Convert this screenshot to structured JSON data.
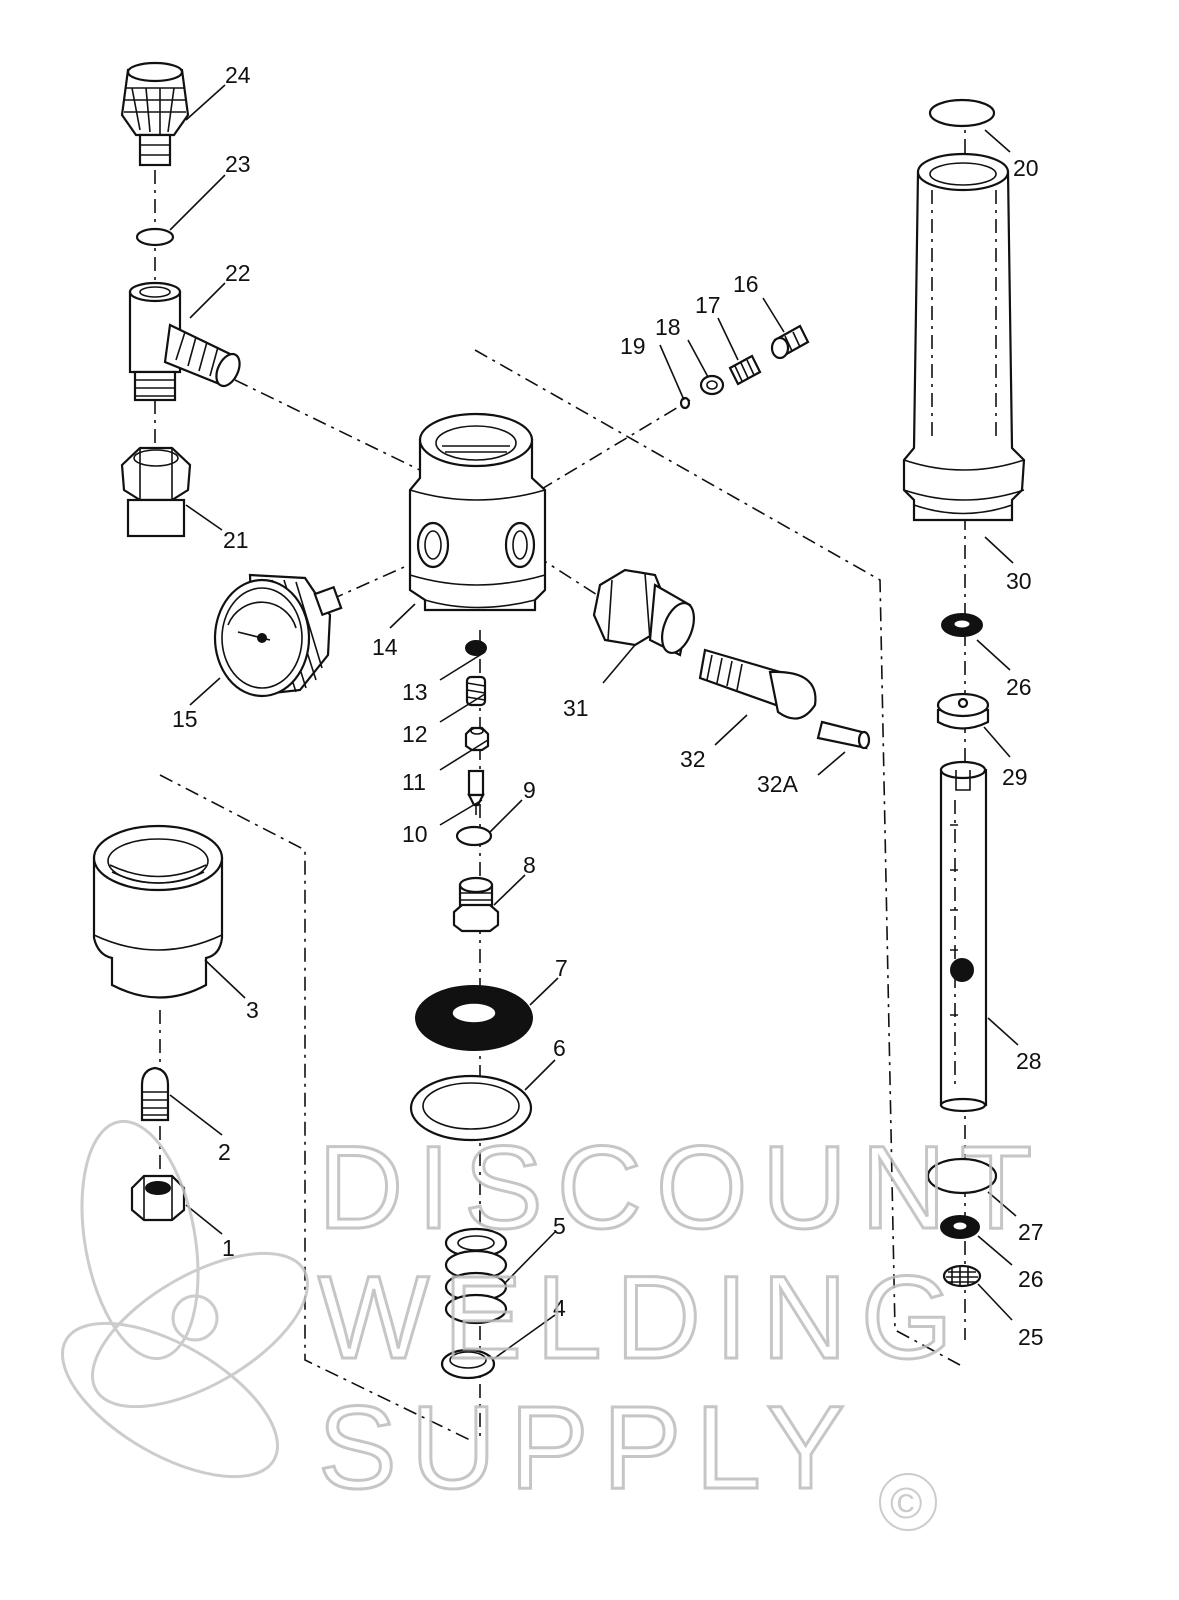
{
  "callouts": [
    "1",
    "2",
    "3",
    "4",
    "5",
    "6",
    "7",
    "8",
    "9",
    "10",
    "11",
    "12",
    "13",
    "14",
    "15",
    "16",
    "17",
    "18",
    "19",
    "20",
    "21",
    "22",
    "23",
    "24",
    "25",
    "26",
    "26",
    "27",
    "28",
    "29",
    "30",
    "31",
    "32",
    "32A"
  ],
  "watermark": {
    "lines": [
      "DISCOUNT",
      "WELDING",
      "SUPPLY"
    ],
    "copyright": "©"
  },
  "colors": {
    "ink": "#111111",
    "paper": "#ffffff",
    "watermark": "#bdbdbd"
  }
}
